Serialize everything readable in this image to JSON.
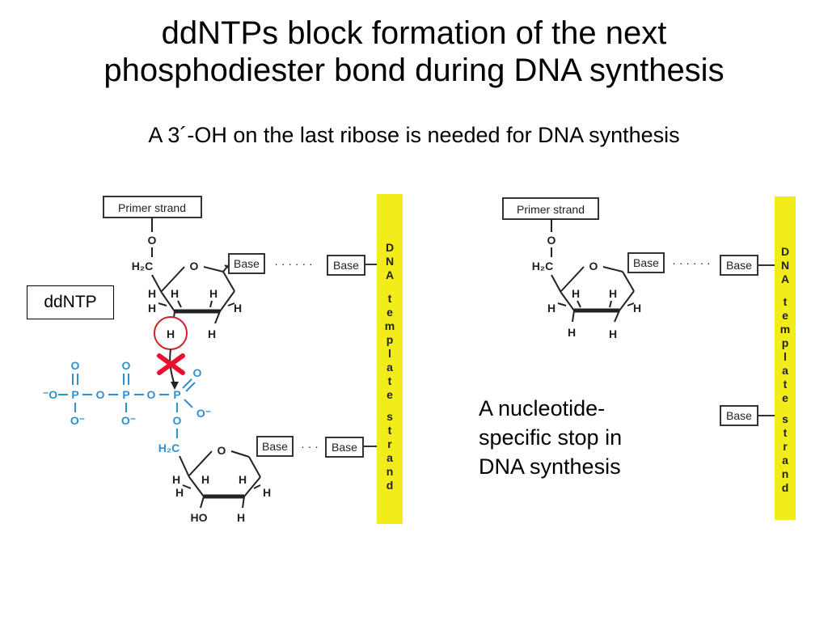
{
  "title": {
    "line1": "ddNTPs block formation of the next",
    "line2": "phosphodiester bond during DNA synthesis"
  },
  "subtitle": "A 3´-OH on the last ribose is needed for DNA synthesis",
  "ddntp_label": "ddNTP",
  "caption": {
    "line1": "A nucleotide-",
    "line2": "specific stop in",
    "line3": "DNA synthesis"
  },
  "left_diagram": {
    "primer_label": "Primer strand",
    "base_label": "Base",
    "template_label": "DNA template strand",
    "template_letters": [
      "D",
      "N",
      "A",
      "t",
      "e",
      "m",
      "p",
      "l",
      "a",
      "t",
      "e",
      "s",
      "t",
      "r",
      "a",
      "n",
      "d"
    ],
    "chem": {
      "o_link": "O",
      "h2c": "H₂C",
      "ring_o": "O",
      "h": "H",
      "oh": "HO",
      "phosphate": "P",
      "o_minus": "O⁻",
      "minus_o": "⁻O"
    },
    "blocked_marker": "x-mark"
  },
  "right_diagram": {
    "primer_label": "Primer strand",
    "base_label": "Base",
    "template_label": "DNA template strand"
  },
  "colors": {
    "template_bar": "#f2ec1a",
    "phosphate_blue": "#2f8fd0",
    "block_red": "#e8102e",
    "circle_red": "#d0202a"
  }
}
